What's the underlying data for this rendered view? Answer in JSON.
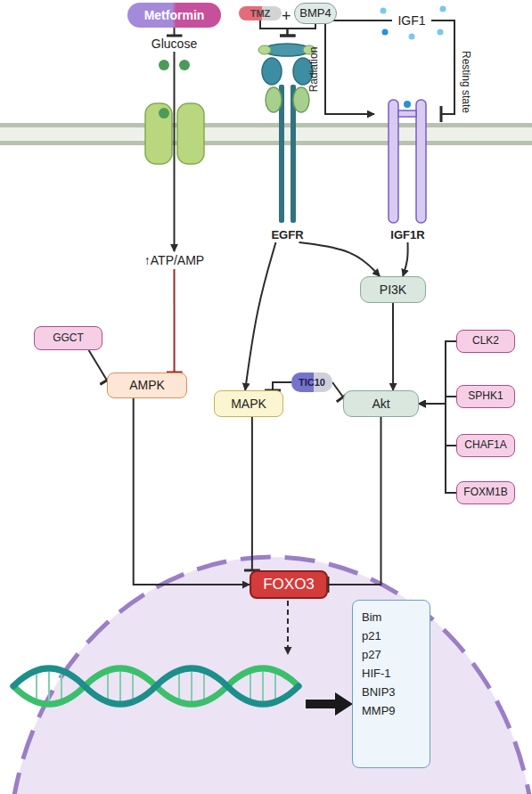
{
  "diagram": {
    "nodes": [
      {
        "text": [
          "Metformin"
        ]
      },
      {
        "text": [
          "Glucose"
        ]
      },
      {
        "text": [
          "TMZ"
        ]
      },
      {
        "text": [
          "BMP4"
        ]
      },
      {
        "text": [
          "IGF1"
        ]
      },
      {
        "text": [
          "EGFR"
        ]
      },
      {
        "text": [
          "IGF1R"
        ]
      },
      {
        "text": [
          "↑ATP/AMP"
        ]
      },
      {
        "text": [
          "PI3K"
        ]
      },
      {
        "text": [
          "GGCT"
        ]
      },
      {
        "text": [
          "CLK2"
        ]
      },
      {
        "text": [
          "AMPK"
        ]
      },
      {
        "text": [
          "TIC10"
        ]
      },
      {
        "text": [
          "MAPK"
        ]
      },
      {
        "text": [
          "Akt"
        ]
      },
      {
        "text": [
          "SPHK1"
        ]
      },
      {
        "text": [
          "CHAF1A"
        ]
      },
      {
        "text": [
          "FOXM1B"
        ]
      },
      {
        "text": [
          "FOXO3"
        ]
      },
      {
        "text": [
          "Bim",
          "p21",
          "p27",
          "HIF-1",
          "BNIP3",
          "MMP9"
        ]
      }
    ],
    "edges": [
      {
        "from": 0,
        "to": 1,
        "arrow": "to"
      },
      {
        "from": 1,
        "to": 7,
        "arrow": "to"
      },
      {
        "from": 2,
        "to": 5,
        "arrow": "to"
      },
      {
        "from": 3,
        "to": 5,
        "arrow": "to"
      },
      {
        "from": 4,
        "to": 6,
        "label": "Radiation",
        "arrow": "to"
      },
      {
        "from": 4,
        "to": 6,
        "label": "Resting state",
        "arrow": "to"
      },
      {
        "from": 5,
        "to": 8,
        "arrow": "to"
      },
      {
        "from": 6,
        "to": 8,
        "arrow": "to"
      },
      {
        "from": 5,
        "to": 13,
        "arrow": "to"
      },
      {
        "from": 7,
        "to": 11,
        "arrow": "to"
      },
      {
        "from": 9,
        "to": 11,
        "arrow": "to"
      },
      {
        "from": 8,
        "to": 14,
        "arrow": "to"
      },
      {
        "from": 12,
        "to": 13,
        "arrow": "to"
      },
      {
        "from": 12,
        "to": 14,
        "arrow": "to"
      },
      {
        "from": 10,
        "to": 14,
        "arrow": "to"
      },
      {
        "from": 15,
        "to": 14,
        "arrow": "to"
      },
      {
        "from": 16,
        "to": 14,
        "arrow": "to"
      },
      {
        "from": 17,
        "to": 14,
        "arrow": "to"
      },
      {
        "from": 11,
        "to": 18,
        "arrow": "to"
      },
      {
        "from": 13,
        "to": 18,
        "arrow": "to"
      },
      {
        "from": 14,
        "to": 18,
        "arrow": "to"
      }
    ],
    "labels": [
      "+"
    ]
  }
}
